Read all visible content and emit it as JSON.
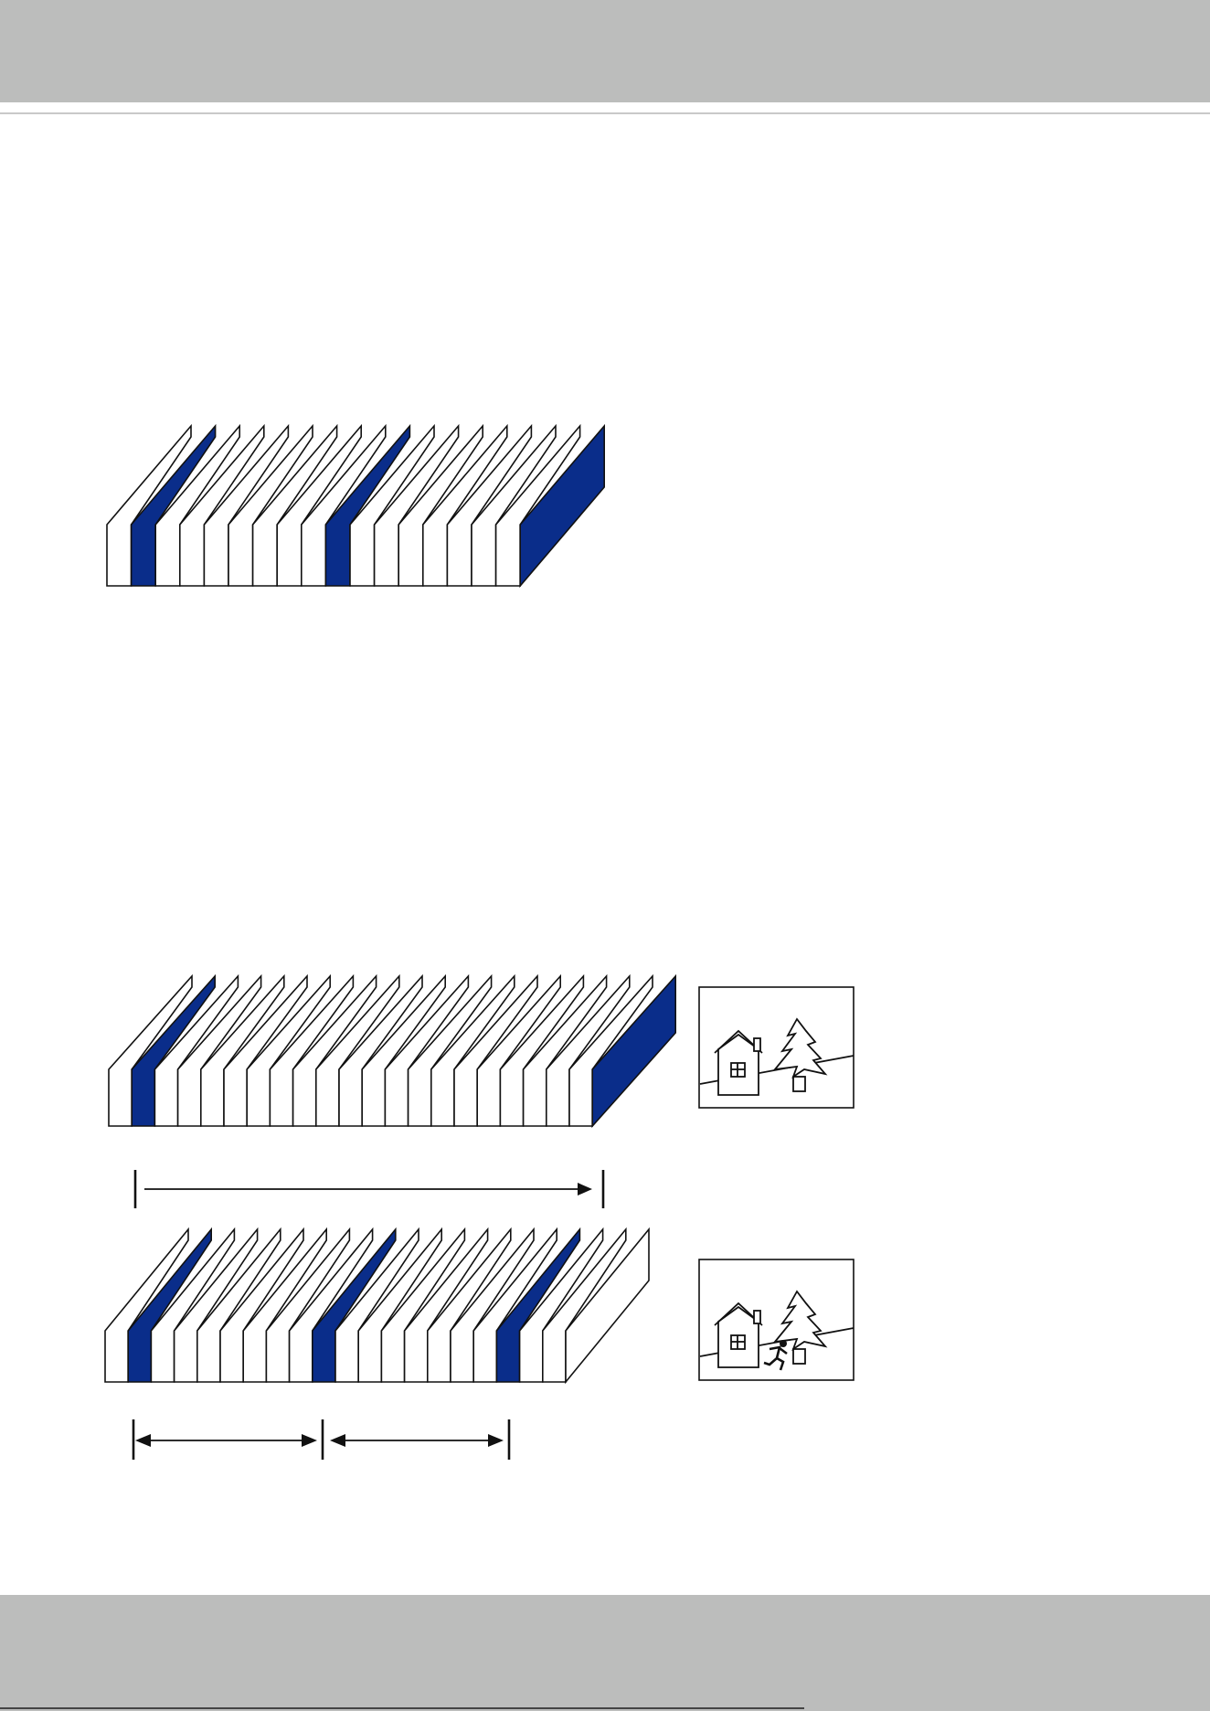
{
  "colors": {
    "header_band": "#bcbdbc",
    "footer_band": "#bcbdbc",
    "i_frame": "#0a2d8a",
    "p_frame": "#ffffff",
    "line": "#111111"
  },
  "figures": [
    {
      "name": "gop-sequence-top",
      "frames": [
        "white",
        "blue",
        "white",
        "white",
        "white",
        "white",
        "white",
        "white",
        "white",
        "blue",
        "white",
        "white",
        "white",
        "white",
        "white",
        "white",
        "white",
        "blue"
      ]
    },
    {
      "name": "gop-sequence-static",
      "frames": [
        "white",
        "blue",
        "white",
        "white",
        "white",
        "white",
        "white",
        "white",
        "white",
        "white",
        "white",
        "white",
        "white",
        "white",
        "white",
        "white",
        "white",
        "white",
        "white",
        "white",
        "white",
        "blue"
      ]
    },
    {
      "name": "gop-sequence-motion",
      "frames": [
        "white",
        "blue",
        "white",
        "white",
        "white",
        "white",
        "white",
        "white",
        "white",
        "blue",
        "white",
        "white",
        "white",
        "white",
        "white",
        "white",
        "white",
        "blue",
        "white",
        "white",
        "white"
      ]
    }
  ],
  "scenes": [
    {
      "name": "static-scene",
      "icons": [
        "house-icon",
        "tree-icon"
      ]
    },
    {
      "name": "motion-scene",
      "icons": [
        "house-icon",
        "tree-icon",
        "running-person-icon"
      ]
    }
  ]
}
